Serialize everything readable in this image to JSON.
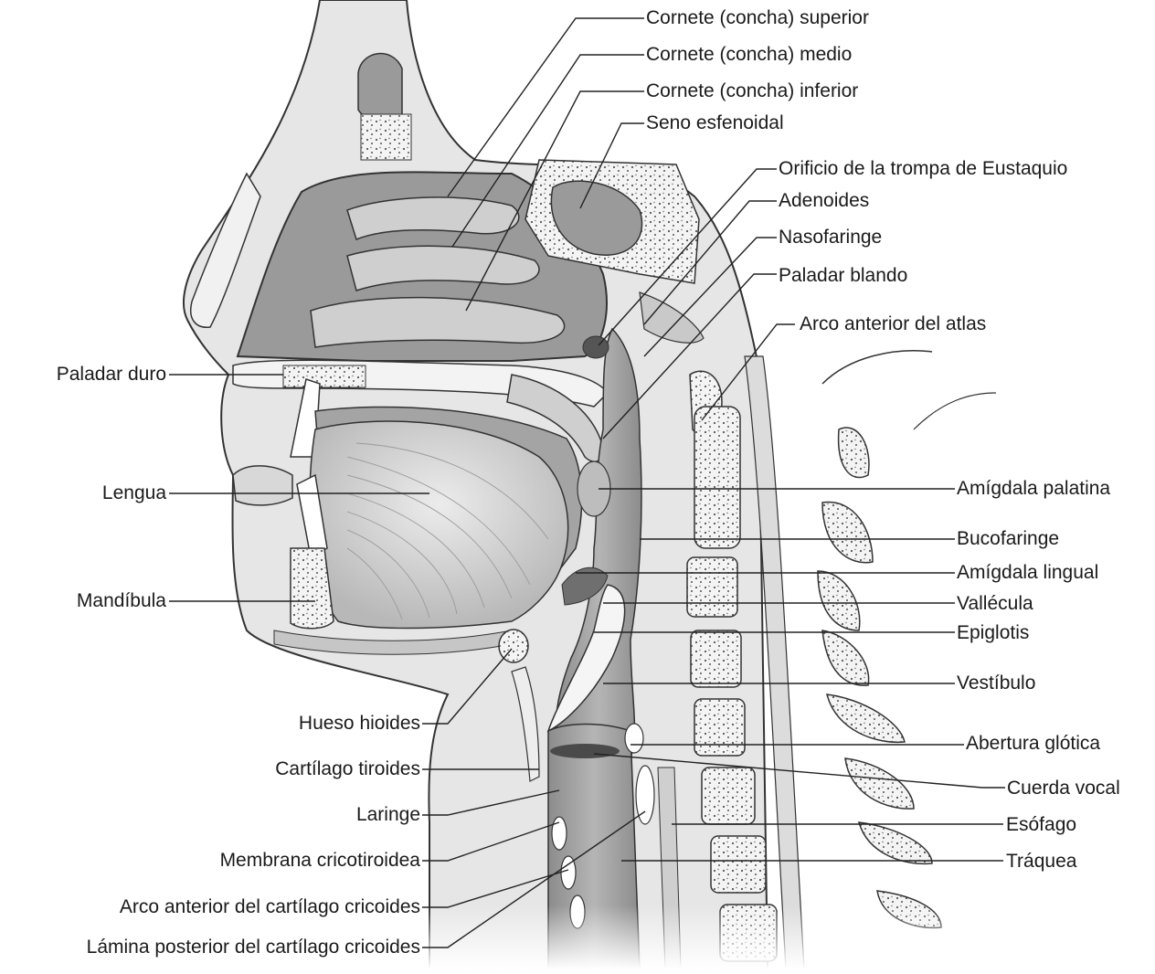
{
  "labels": {
    "cornete_superior": "Cornete (concha) superior",
    "cornete_medio": "Cornete (concha) medio",
    "cornete_inferior": "Cornete (concha) inferior",
    "seno_esfenoidal": "Seno esfenoidal",
    "orificio_trompa": "Orificio de la trompa de Eustaquio",
    "adenoides": "Adenoides",
    "nasofaringe": "Nasofaringe",
    "paladar_blando": "Paladar blando",
    "arco_anterior_atlas": "Arco anterior del atlas",
    "paladar_duro": "Paladar duro",
    "lengua": "Lengua",
    "mandibula": "Mandíbula",
    "amigdala_palatina": "Amígdala palatina",
    "bucofaringe": "Bucofaringe",
    "amigdala_lingual": "Amígdala lingual",
    "vallecula": "Vallécula",
    "epiglotis": "Epiglotis",
    "vestibulo": "Vestíbulo",
    "hueso_hioides": "Hueso hioides",
    "abertura_glotica": "Abertura glótica",
    "cartilago_tiroides": "Cartílago tiroides",
    "cuerda_vocal": "Cuerda vocal",
    "laringe": "Laringe",
    "esofago": "Esófago",
    "membrana_cricotiroidea": "Membrana cricotiroidea",
    "traquea": "Tráquea",
    "arco_anterior_cricoides": "Arco anterior del cartílago cricoides",
    "lamina_posterior_cricoides": "Lámina posterior del cartílago cricoides"
  },
  "colors": {
    "tissue_light": "#e4e4e4",
    "tissue_mid": "#bdbdbd",
    "tissue_dark": "#8a8a8a",
    "cavity": "#9a9a9a",
    "bone": "#f2f2f2",
    "outline": "#333333",
    "leader": "#222222"
  }
}
